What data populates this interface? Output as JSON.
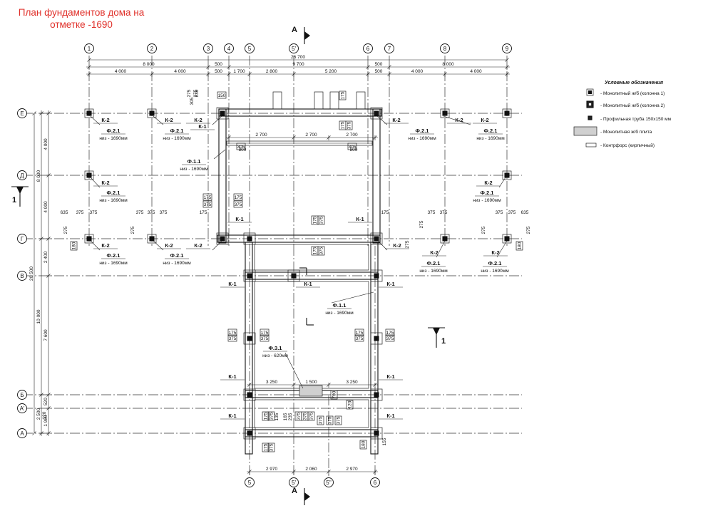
{
  "title": "План фундаментов дома на отметке -1690",
  "axes": {
    "top": [
      "1",
      "2",
      "3",
      "4",
      "5",
      "5'",
      "6",
      "7",
      "8",
      "9"
    ],
    "bottom": [
      "5",
      "5'",
      "5''",
      "6"
    ],
    "left": [
      "Е",
      "Д",
      "Г",
      "В",
      "Б",
      "А'",
      "А"
    ]
  },
  "dimensions": {
    "top_total": "26 700",
    "top_row2": [
      "8 000",
      "500",
      "9 700",
      "500",
      "8 000"
    ],
    "top_row3": [
      "4 000",
      "4 000",
      "500",
      "1 700",
      "2 800",
      "5 200",
      "500",
      "4 000",
      "4 000"
    ],
    "left_total": "20 500",
    "left_row2": [
      "8 000",
      "10 000",
      "2 500"
    ],
    "left_row3": [
      "4 000",
      "4 000",
      "2 400",
      "7 600",
      "520",
      "1 980"
    ],
    "bottom": [
      "2 970",
      "2 060",
      "2 970"
    ],
    "inner_top": [
      "2 700",
      "2 700",
      "2 700"
    ],
    "inner_mid": [
      "3 250",
      "1 500",
      "3 250"
    ],
    "small": [
      "175",
      "375",
      "635",
      "275",
      "800",
      "305",
      "230",
      "150",
      "700",
      "165",
      "235",
      "135",
      "155",
      "180",
      "120"
    ]
  },
  "sections": {
    "a_label": "А",
    "one_label": "1"
  },
  "labels": {
    "k1": "К-1",
    "k2": "К-2",
    "f21": "Ф.2.1",
    "f11": "Ф.1.1",
    "f31": "Ф.3.1",
    "niz1690": "низ - 1690мм",
    "niz620": "низ - 620мм"
  },
  "legend": {
    "title": "Условные обозначения",
    "items": [
      {
        "icon": "column-1-icon",
        "text": "- Монолитный ж/б (колонна 1)"
      },
      {
        "icon": "column-2-icon",
        "text": "- Монолитный ж/б (колонна 2)"
      },
      {
        "icon": "pipe-icon",
        "text": "- Профильная труба 150х150 мм"
      },
      {
        "icon": "slab-icon",
        "text": "- Монолитная ж/б плита"
      },
      {
        "icon": "buttress-icon",
        "text": "- Контрфорс (кирпичный)"
      }
    ]
  },
  "colors": {
    "title": "#e0312b",
    "line": "#111111",
    "slab_fill": "#d0d0d0"
  }
}
